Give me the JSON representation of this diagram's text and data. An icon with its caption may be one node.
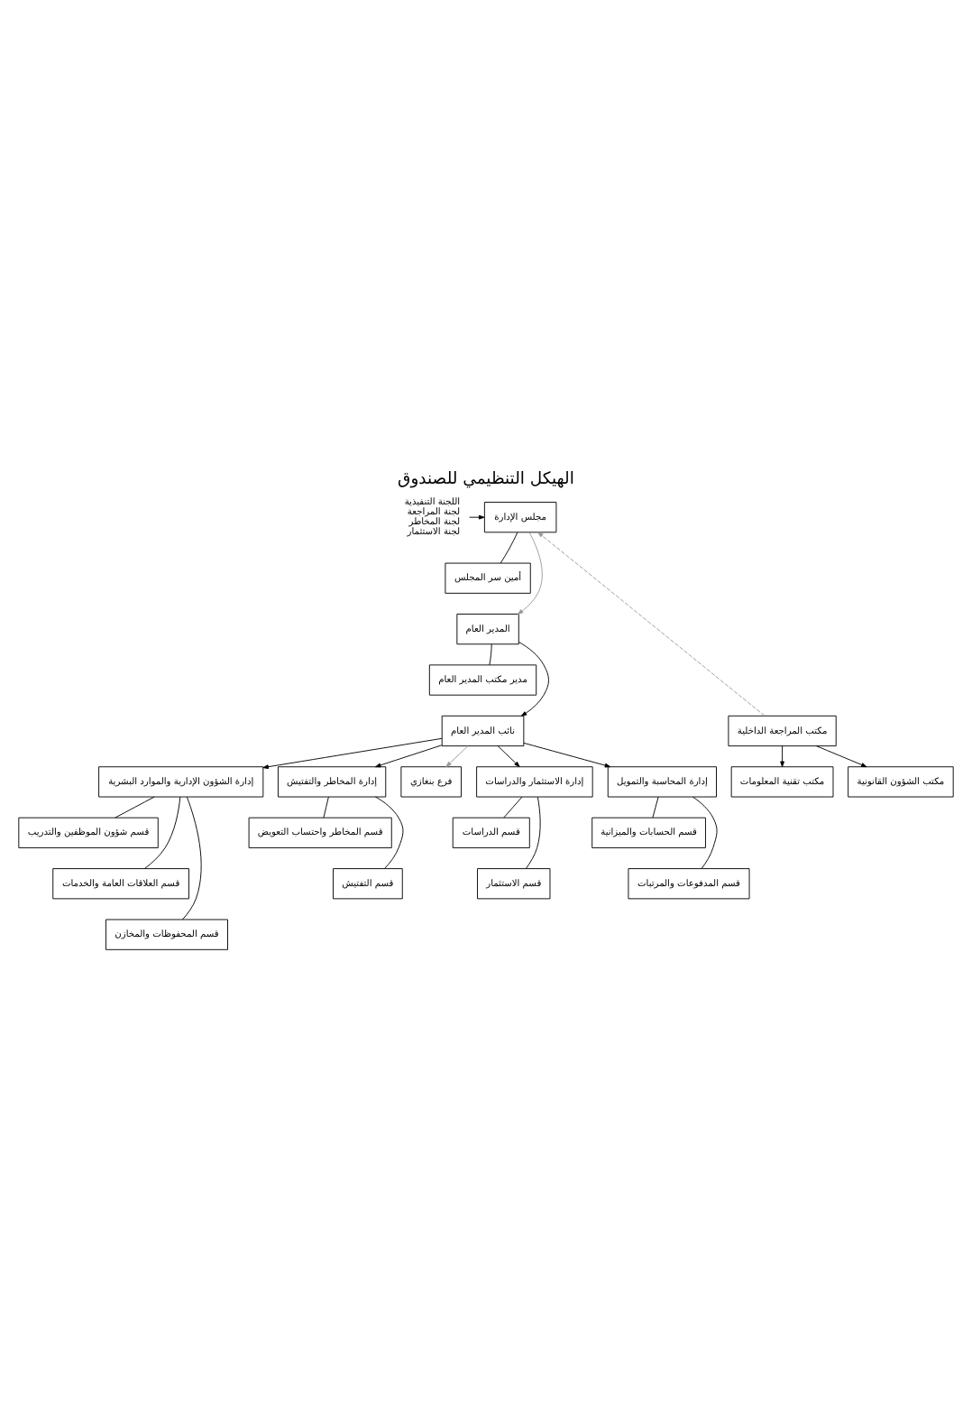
{
  "diagram": {
    "title": "الهيكل التنظيمي للصندوق",
    "nodes": [
      {
        "text": [
          "مجلس الإدارة"
        ]
      },
      {
        "text": [
          "اللجنة التنفيذية",
          "لجنة المراجعة",
          "لجنة المخاطر",
          "لجنة الاستثمار"
        ]
      },
      {
        "text": [
          "أمين سر المجلس"
        ]
      },
      {
        "text": [
          "المدير العام"
        ]
      },
      {
        "text": [
          "مدير مكتب المدير العام"
        ]
      },
      {
        "text": [
          "نائب المدير العام"
        ]
      },
      {
        "text": [
          "مكتب المراجعة الداخلية"
        ]
      },
      {
        "text": [
          "مكتب تقنية المعلومات"
        ]
      },
      {
        "text": [
          "مكتب الشؤون القانونية"
        ]
      },
      {
        "text": [
          "إدارة الشؤون الإدارية والموارد البشرية"
        ]
      },
      {
        "text": [
          "إدارة المخاطر والتفتيش"
        ]
      },
      {
        "text": [
          "فرع بنغازي"
        ]
      },
      {
        "text": [
          "إدارة الاستثمار والدراسات"
        ]
      },
      {
        "text": [
          "إدارة المحاسبة والتمويل"
        ]
      },
      {
        "text": [
          "قسم شؤون الموظفين والتدريب"
        ]
      },
      {
        "text": [
          "قسم العلاقات العامة والخدمات"
        ]
      },
      {
        "text": [
          "قسم المحفوظات والمخازن"
        ]
      },
      {
        "text": [
          "قسم المخاطر واحتساب التعويض"
        ]
      },
      {
        "text": [
          "قسم التفتيش"
        ]
      },
      {
        "text": [
          "قسم الدراسات"
        ]
      },
      {
        "text": [
          "قسم الاستثمار"
        ]
      },
      {
        "text": [
          "قسم الحسابات والميزانية"
        ]
      },
      {
        "text": [
          "قسم المدفوعات والمرتبات"
        ]
      }
    ],
    "edges": [
      {
        "from": 1,
        "to": 0,
        "arrow": "to"
      },
      {
        "from": 6,
        "to": 0,
        "arrow": "to",
        "style": "dashed",
        "color": "#999999"
      },
      {
        "from": 0,
        "to": 3,
        "arrow": "to",
        "color": "#999999"
      },
      {
        "from": 2,
        "to": 0,
        "arrow": "none"
      },
      {
        "from": 4,
        "to": 3,
        "arrow": "none"
      },
      {
        "from": 3,
        "to": 5,
        "arrow": "to"
      },
      {
        "from": 6,
        "to": 8,
        "arrow": "to"
      },
      {
        "from": 6,
        "to": 7,
        "arrow": "to"
      },
      {
        "from": 5,
        "to": 11,
        "arrow": "to",
        "color": "#999999"
      },
      {
        "from": 5,
        "to": 9,
        "arrow": "to"
      },
      {
        "from": 5,
        "to": 10,
        "arrow": "to"
      },
      {
        "from": 5,
        "to": 12,
        "arrow": "to"
      },
      {
        "from": 5,
        "to": 13,
        "arrow": "to"
      },
      {
        "from": 9,
        "to": 14,
        "arrow": "none"
      },
      {
        "from": 9,
        "to": 15,
        "arrow": "none"
      },
      {
        "from": 9,
        "to": 16,
        "arrow": "none"
      },
      {
        "from": 10,
        "to": 17,
        "arrow": "none"
      },
      {
        "from": 10,
        "to": 18,
        "arrow": "none"
      },
      {
        "from": 12,
        "to": 19,
        "arrow": "none"
      },
      {
        "from": 12,
        "to": 20,
        "arrow": "none"
      },
      {
        "from": 13,
        "to": 21,
        "arrow": "none"
      },
      {
        "from": 13,
        "to": 22,
        "arrow": "none"
      }
    ]
  }
}
